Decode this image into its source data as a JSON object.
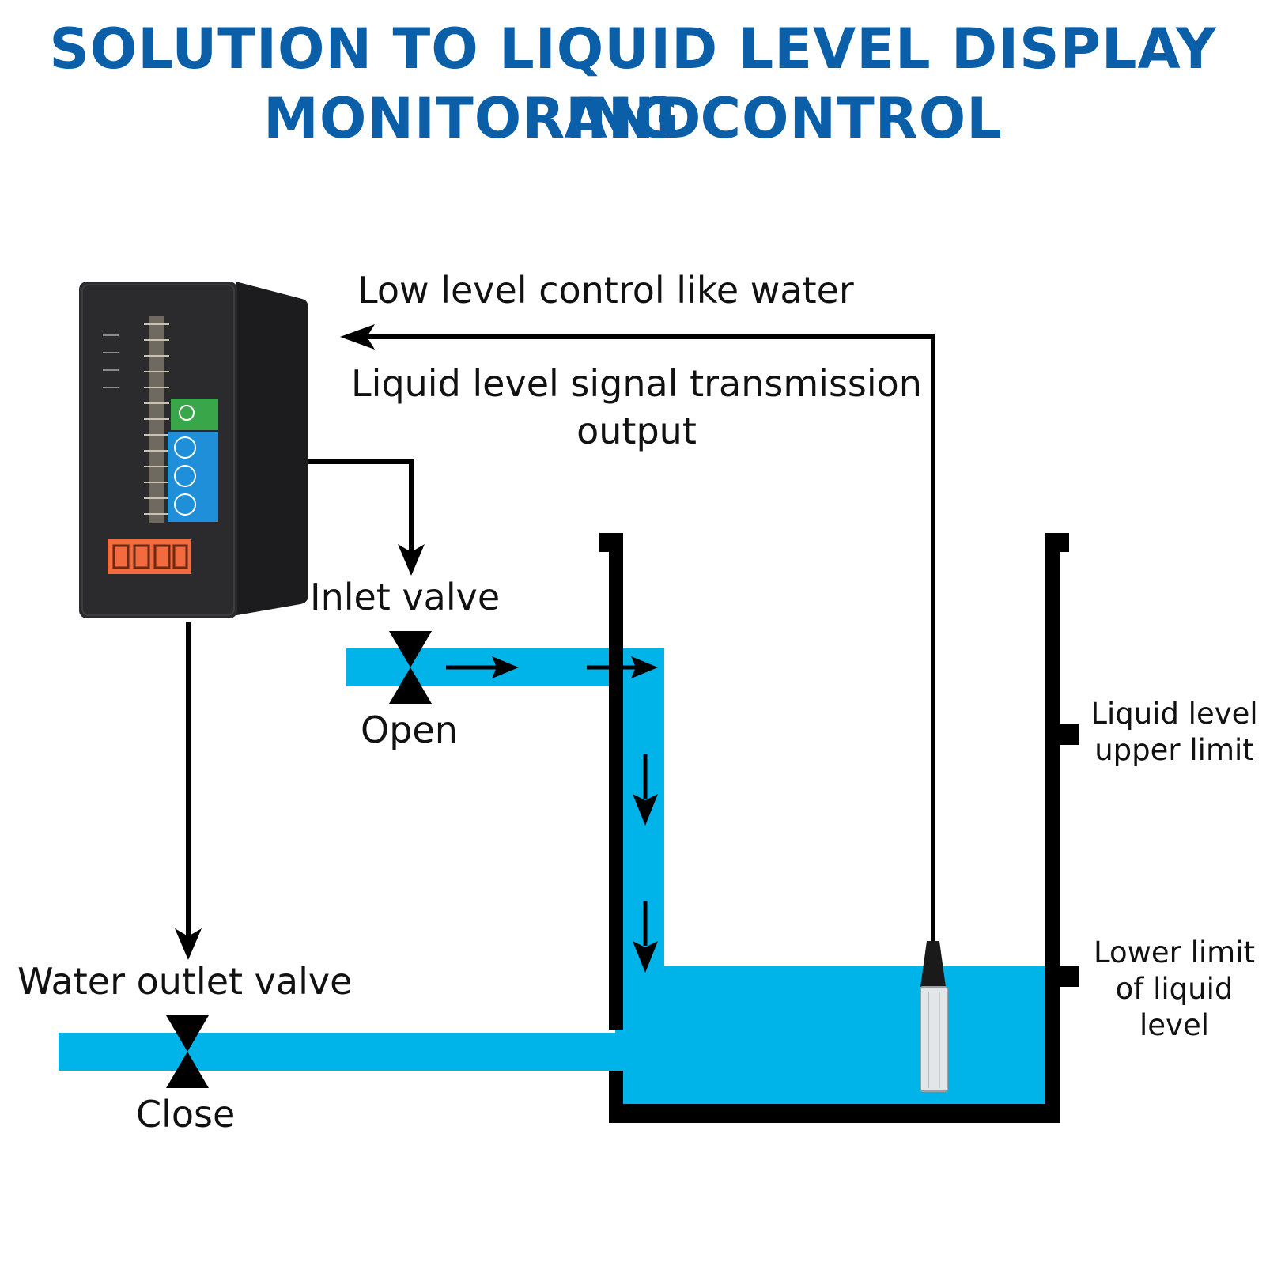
{
  "title": {
    "line1": "SOLUTION TO LIQUID LEVEL DISPLAY AND",
    "line2": "MONITORING CONTROL"
  },
  "labels": {
    "low_level_control": "Low level control like water",
    "signal_line1": "Liquid level signal transmission",
    "signal_line2": "output",
    "inlet_valve": "Inlet valve",
    "open": "Open",
    "water_outlet_valve": "Water outlet valve",
    "close": "Close",
    "upper_limit_line1": "Liquid level",
    "upper_limit_line2": "upper limit",
    "lower_limit_line1": "Lower limit",
    "lower_limit_line2": "of liquid",
    "lower_limit_line3": "level"
  },
  "colors": {
    "title": "#0a5fa8",
    "water": "#00b4ea",
    "line": "#000000",
    "controller_body": "#2b2b2e",
    "controller_green": "#3aa64a",
    "controller_blue": "#1e8fd8",
    "controller_orange": "#f26a3d"
  },
  "icons": {
    "controller": "level-controller-device",
    "sensor": "submersible-level-probe",
    "valve": "bowtie-valve-symbol"
  }
}
